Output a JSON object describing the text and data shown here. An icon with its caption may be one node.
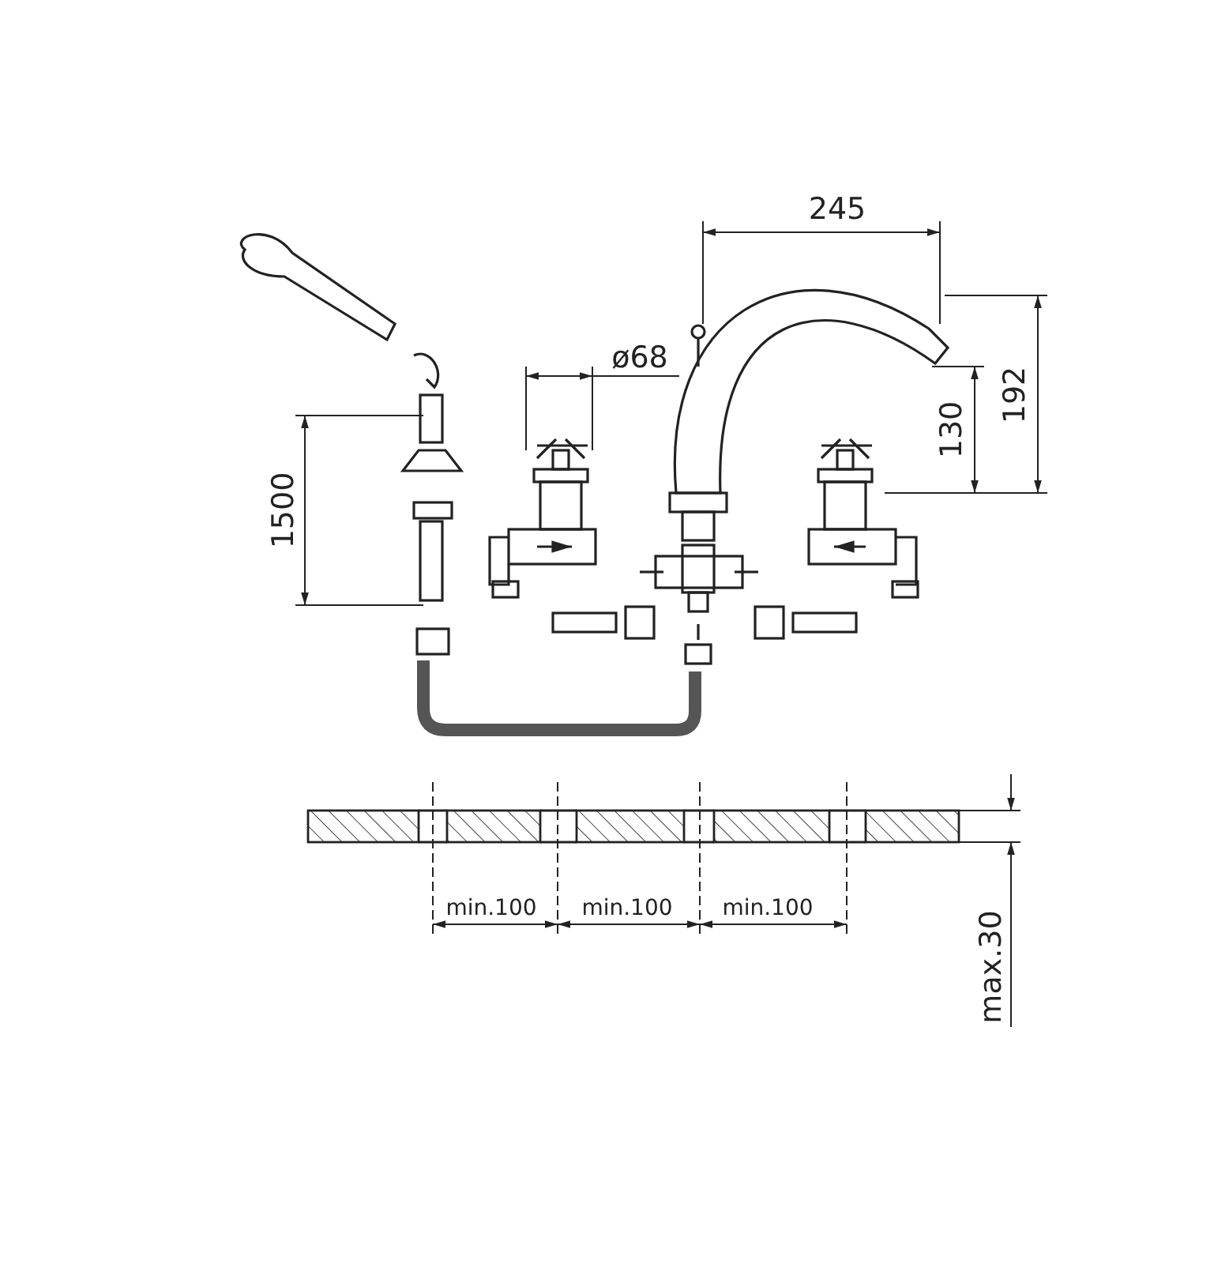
{
  "diagram": {
    "labels": [
      "245",
      "ø68",
      "1500",
      "192",
      "130",
      "min.100",
      "min.100",
      "min.100",
      "max.30"
    ]
  }
}
